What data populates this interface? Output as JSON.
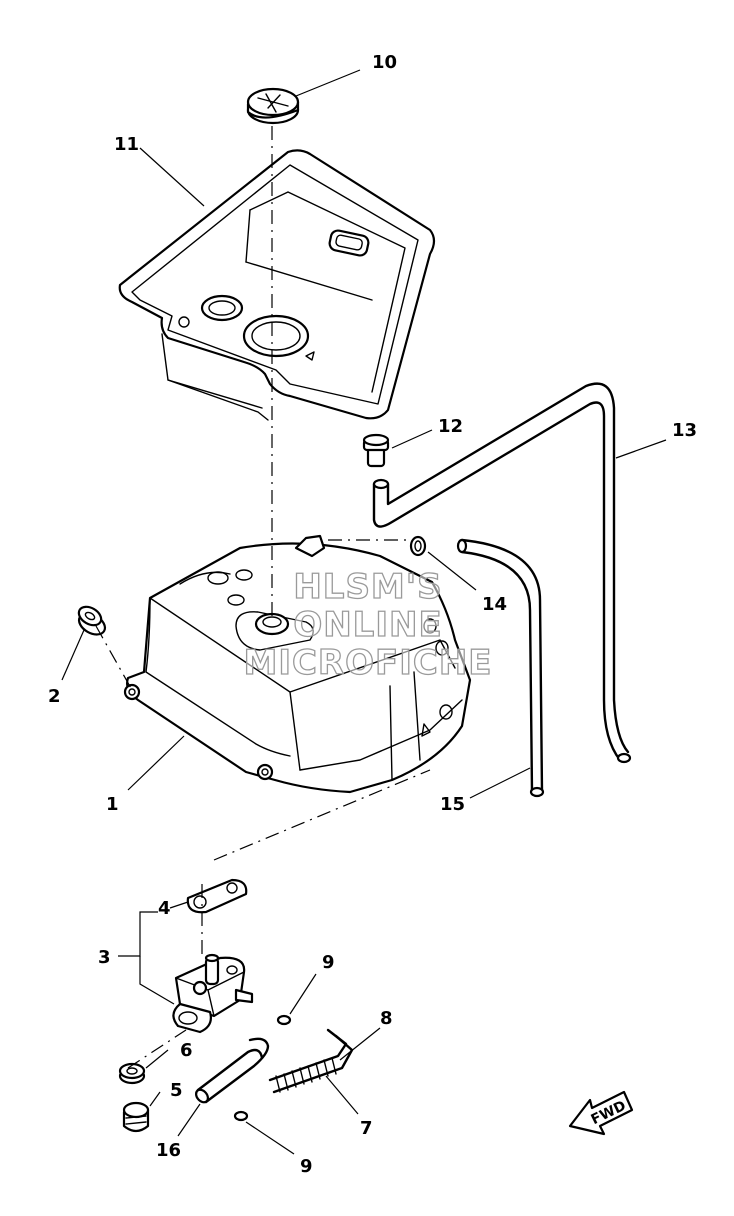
{
  "labels": {
    "p1": "1",
    "p2": "2",
    "p3": "3",
    "p4": "4",
    "p5": "5",
    "p6": "6",
    "p7": "7",
    "p8": "8",
    "p9a": "9",
    "p9b": "9",
    "p10": "10",
    "p11": "11",
    "p12": "12",
    "p13": "13",
    "p14": "14",
    "p15": "15",
    "p16": "16"
  },
  "watermark": [
    "HLSM'S",
    "ONLINE",
    "MICROFICHE"
  ],
  "fwd_label": "FWD"
}
